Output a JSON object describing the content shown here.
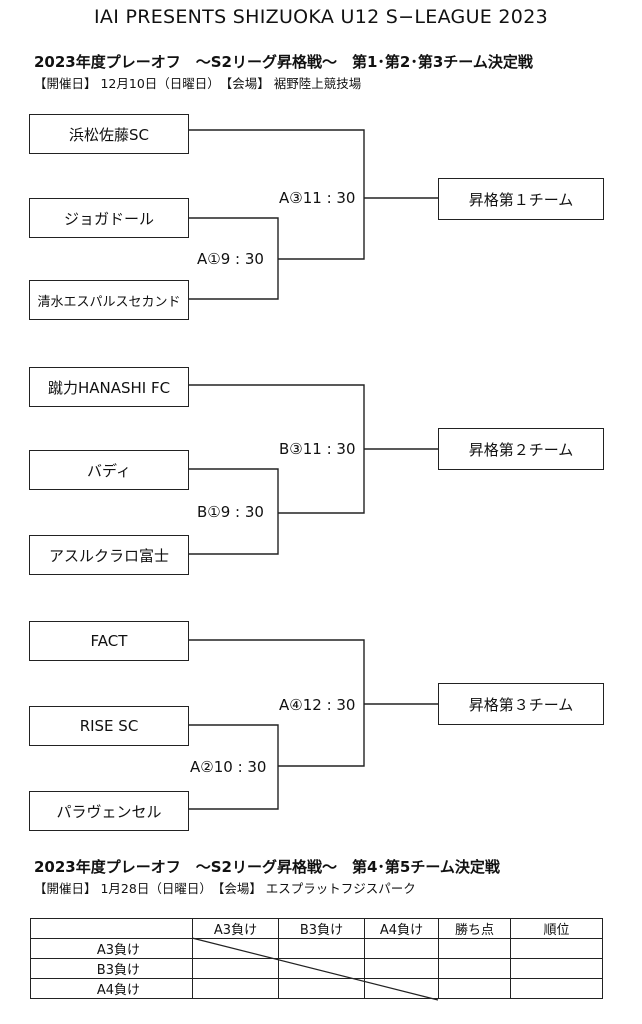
{
  "title": "IAI PRESENTS SHIZUOKA U12 S−LEAGUE 2023",
  "section1": {
    "heading": "2023年度プレーオフ　～S2リーグ昇格戦～　第1･第2･第3チーム決定戦",
    "info": "【開催日】 12月10日（日曜日）　【会場】 裾野陸上競技場"
  },
  "brackets": [
    {
      "teams": [
        "浜松佐藤SC",
        "ジョガドール",
        "清水エスパルスセカンド"
      ],
      "match_first": "A①9 : 30",
      "match_final": "A③11 : 30",
      "winner": "昇格第１チーム"
    },
    {
      "teams": [
        "蹴力HANASHI FC",
        "バディ",
        "アスルクラロ富士"
      ],
      "match_first": "B①9 : 30",
      "match_final": "B③11 : 30",
      "winner": "昇格第２チーム"
    },
    {
      "teams": [
        "FACT",
        "RISE SC",
        "パラヴェンセル"
      ],
      "match_first": "A②10 : 30",
      "match_final": "A④12 : 30",
      "winner": "昇格第３チーム"
    }
  ],
  "section2": {
    "heading": "2023年度プレーオフ　～S2リーグ昇格戦～　第4･第5チーム決定戦",
    "info": "【開催日】 1月28日（日曜日）　【会場】 エスプラットフジスパーク"
  },
  "standings": {
    "columns": [
      "",
      "A3負け",
      "B3負け",
      "A4負け",
      "勝ち点",
      "順位"
    ],
    "rows": [
      "A3負け",
      "B3負け",
      "A4負け"
    ]
  }
}
